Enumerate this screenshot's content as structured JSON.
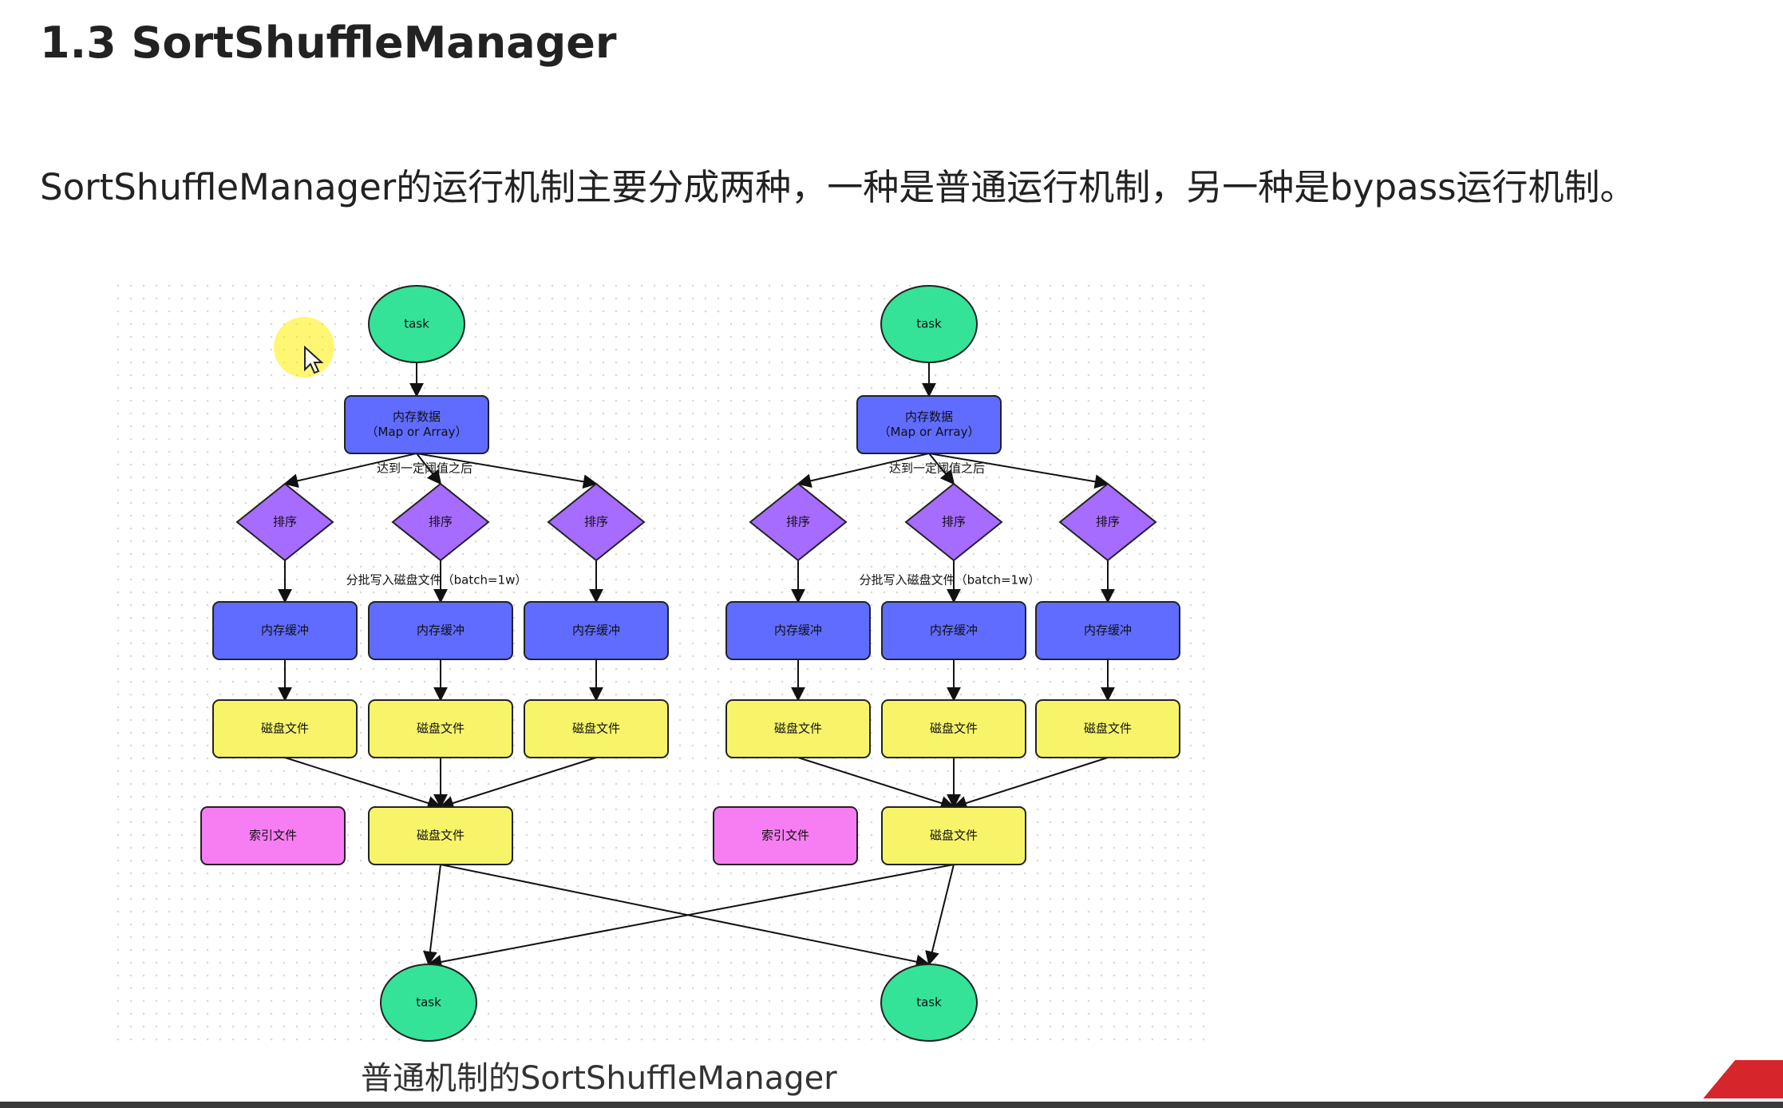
{
  "slide": {
    "title": "1.3 SortShuffleManager",
    "intro": "SortShuffleManager的运行机制主要分成两种，一种是普通运行机制，另一种是bypass运行机制。",
    "caption": "普通机制的SortShuffleManager"
  },
  "diagram": {
    "task_label": "task",
    "memory_data_line1": "内存数据",
    "memory_data_line2": "（Map or Array）",
    "threshold_label": "达到一定阈值之后",
    "sort_label": "排序",
    "batch_write_label": "分批写入磁盘文件（batch=1w）",
    "memory_buffer_label": "内存缓冲",
    "disk_file_label": "磁盘文件",
    "index_file_label": "索引文件"
  },
  "colors": {
    "task_fill": "#34e398",
    "memory_fill": "#5f6cff",
    "sort_fill": "#a66bff",
    "disk_fill": "#f7f46a",
    "index_fill": "#f77ef2",
    "accent_red": "#d6262b"
  },
  "icons": {
    "cursor": "mouse-pointer-icon",
    "corner": "red-corner-decoration"
  }
}
